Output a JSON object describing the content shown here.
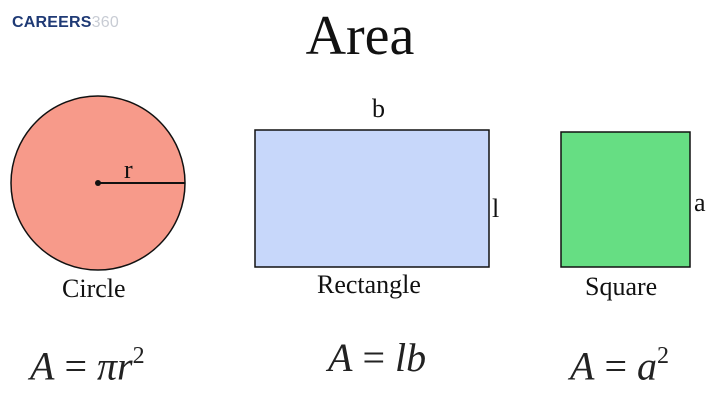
{
  "logo": {
    "brand": "CAREERS",
    "number": "360"
  },
  "title": "Area",
  "colors": {
    "circle_fill": "#f79a8a",
    "rectangle_fill": "#c7d7fa",
    "square_fill": "#66de83",
    "outline": "#111111"
  },
  "shapes": [
    {
      "name": "Circle",
      "dimension_labels": [
        "r"
      ],
      "formula": {
        "lhs": "A",
        "eq": "=",
        "terms": [
          "π",
          "r"
        ],
        "exponent": "2"
      }
    },
    {
      "name": "Rectangle",
      "dimension_labels": [
        "b",
        "l"
      ],
      "formula": {
        "lhs": "A",
        "eq": "=",
        "terms": [
          "l",
          "b"
        ],
        "exponent": ""
      }
    },
    {
      "name": "Square",
      "dimension_labels": [
        "a"
      ],
      "formula": {
        "lhs": "A",
        "eq": "=",
        "terms": [
          "a"
        ],
        "exponent": "2"
      }
    }
  ]
}
